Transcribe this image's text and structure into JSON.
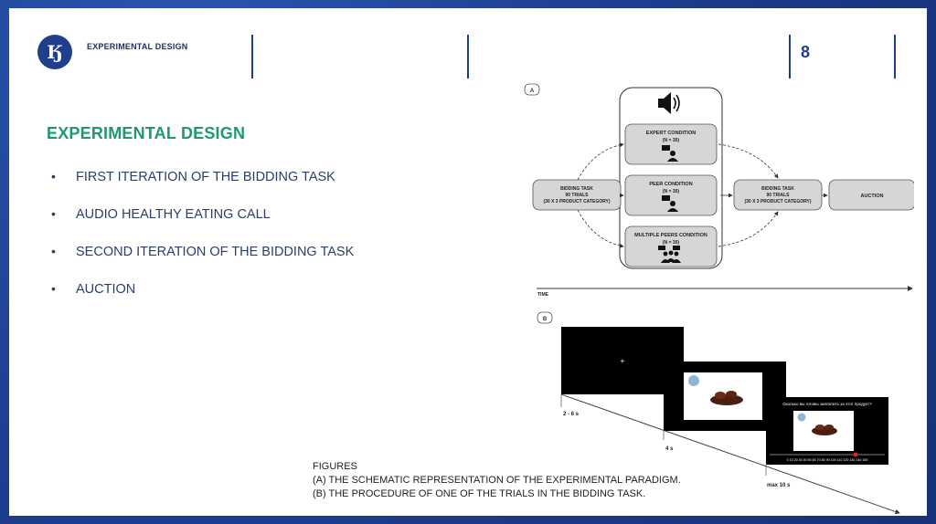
{
  "header": {
    "logo_letter": "Ӄ",
    "section": "EXPERIMENTAL DESIGN",
    "page_number": "8"
  },
  "main": {
    "title": "EXPERIMENTAL DESIGN",
    "bullets": [
      "FIRST ITERATION OF THE BIDDING TASK",
      "AUDIO HEALTHY EATING CALL",
      "SECOND ITERATION OF THE BIDDING TASK",
      "AUCTION"
    ]
  },
  "figure_a": {
    "label": "A",
    "bidding_left": [
      "BIDDING TASK",
      "90 TRIALS",
      "(30 X 3 PRODUCT CATEGORY)"
    ],
    "expert": [
      "EXPERT CONDITION",
      "(N = 30)"
    ],
    "peer": [
      "PEER CONDITION",
      "(N = 30)"
    ],
    "multi": [
      "MULTIPLE PEERS CONDITION",
      "(N = 30)"
    ],
    "bidding_right": [
      "BIDDING TASK",
      "90 TRIALS",
      "(30 X 3 PRODUCT CATEGORY)"
    ],
    "auction": "AUCTION",
    "time_label": "TIME"
  },
  "figure_b": {
    "label": "B",
    "fixation": "+",
    "t1": "2 - 6 s",
    "t2": "4 s",
    "t3": "max 10 s",
    "question": "Сколько вы готовы заплатить за этот продукт?",
    "scale": "0 10 20 30 40 50 60 70 80 90 100 110 120 130 140 150"
  },
  "caption": {
    "line1": "FIGURES",
    "line2": "(A) THE SCHEMATIC REPRESENTATION OF THE EXPERIMENTAL PARADIGM.",
    "line3": "(B) THE PROCEDURE OF ONE OF THE TRIALS IN THE BIDDING TASK."
  }
}
